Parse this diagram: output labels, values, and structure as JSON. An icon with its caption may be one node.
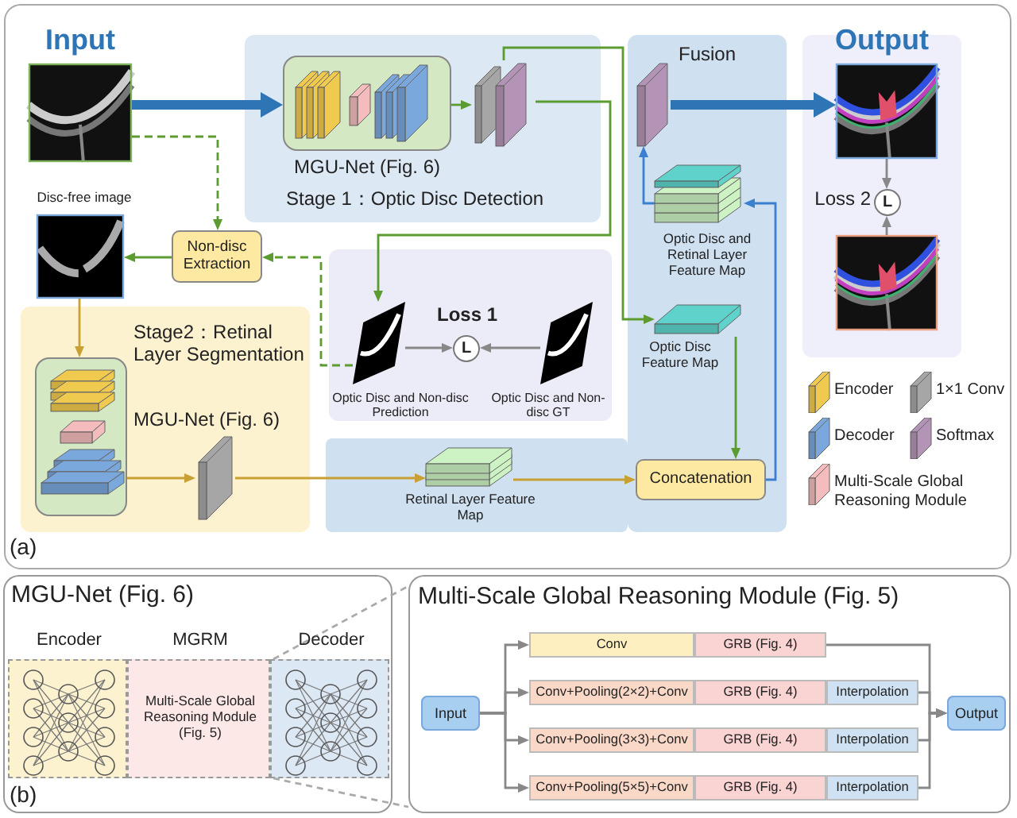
{
  "diagram": {
    "nodes": [
      {
        "text": [
          "Input"
        ]
      },
      {
        "text": [
          "Stage 1：Optic Disc Detection"
        ]
      },
      {
        "text": [
          "MGU-Net (Fig. 6)"
        ],
        "in": 1
      },
      {
        "text": [],
        "shape": "box",
        "in": 1
      },
      {
        "text": [
          "Fusion"
        ]
      },
      {
        "text": [],
        "shape": "box",
        "in": 4
      },
      {
        "text": [
          "Optic Disc and Retinal Layer Feature Map"
        ],
        "in": 4
      },
      {
        "text": [
          "Optic Disc Feature Map"
        ],
        "in": 4
      },
      {
        "text": [
          "Output"
        ]
      },
      {
        "text": [],
        "shape": "picture",
        "in": 8
      },
      {
        "text": [
          "L"
        ],
        "beside": [
          "Loss 2"
        ],
        "in": 8
      },
      {
        "text": [],
        "shape": "picture",
        "in": 8
      },
      {
        "text": [
          "Disc-free image"
        ]
      },
      {
        "text": [
          "Non-disc Extraction"
        ]
      },
      {
        "text": [],
        "shape": "box"
      },
      {
        "text": [
          "Optic Disc and Non-disc Prediction"
        ],
        "in": 14
      },
      {
        "text": [
          "L"
        ],
        "beside": [
          "Loss 1"
        ],
        "in": 14
      },
      {
        "text": [
          "Optic Disc and Non-disc GT"
        ],
        "in": 14
      },
      {
        "text": [
          "Stage2：Retinal Layer Segmentation"
        ]
      },
      {
        "text": [
          "MGU-Net (Fig. 6)"
        ],
        "in": 18
      },
      {
        "text": [],
        "shape": "box",
        "in": 18
      },
      {
        "text": [
          "Retinal Layer Feature Map"
        ]
      },
      {
        "text": [
          "Concatenation"
        ],
        "in": 4
      },
      {
        "text": [
          "MGU-Net (Fig. 6)"
        ]
      },
      {
        "text": [
          "Encoder"
        ],
        "in": 23
      },
      {
        "text": [
          "MGRM",
          "Multi-Scale Global Reasoning Module (Fig. 5)"
        ],
        "in": 23
      },
      {
        "text": [
          "Decoder"
        ],
        "in": 23
      },
      {
        "text": [
          "Multi-Scale Global Reasoning Module (Fig. 5)"
        ]
      },
      {
        "text": [
          "Input"
        ],
        "in": 27
      },
      {
        "text": [
          "Conv"
        ],
        "in": 27
      },
      {
        "text": [
          "GRB (Fig. 4)"
        ],
        "in": 27
      },
      {
        "text": [
          "Conv+Pooling(2×2)+Conv"
        ],
        "in": 27
      },
      {
        "text": [
          "GRB (Fig. 4)"
        ],
        "in": 27
      },
      {
        "text": [
          "Interpolation"
        ],
        "in": 27
      },
      {
        "text": [
          "Conv+Pooling(3×3)+Conv"
        ],
        "in": 27
      },
      {
        "text": [
          "GRB (Fig. 4)"
        ],
        "in": 27
      },
      {
        "text": [
          "Interpolation"
        ],
        "in": 27
      },
      {
        "text": [
          "Conv+Pooling(5×5)+Conv"
        ],
        "in": 27
      },
      {
        "text": [
          "GRB (Fig. 4)"
        ],
        "in": 27
      },
      {
        "text": [
          "Interpolation"
        ],
        "in": 27
      },
      {
        "text": [
          "Output"
        ],
        "in": 27
      }
    ],
    "edges": [
      {
        "from": 0,
        "to": 2,
        "arrow": "to",
        "style": "thick",
        "color": "#2e75b6"
      },
      {
        "from": 2,
        "to": 3,
        "arrow": "to",
        "color": "#5b9b2f"
      },
      {
        "from": 3,
        "to": 7,
        "arrow": "to",
        "color": "#5b9b2f"
      },
      {
        "from": 3,
        "to": 15,
        "arrow": "to",
        "color": "#5b9b2f"
      },
      {
        "from": 15,
        "to": 13,
        "arrow": "to",
        "style": "dashed",
        "color": "#5b9b2f"
      },
      {
        "from": 0,
        "to": 13,
        "arrow": "to",
        "style": "dashed",
        "color": "#5b9b2f"
      },
      {
        "from": 13,
        "to": 12,
        "arrow": "to",
        "color": "#5b9b2f"
      },
      {
        "from": 12,
        "to": 19,
        "arrow": "to",
        "color": "#c9a033"
      },
      {
        "from": 19,
        "to": 20,
        "arrow": "to",
        "color": "#c9a033"
      },
      {
        "from": 20,
        "to": 21,
        "arrow": "to",
        "color": "#c9a033"
      },
      {
        "from": 21,
        "to": 22,
        "arrow": "to",
        "color": "#c9a033"
      },
      {
        "from": 7,
        "to": 22,
        "arrow": "to",
        "color": "#5b9b2f"
      },
      {
        "from": 22,
        "to": 6,
        "arrow": "to",
        "color": "#3c7fcf"
      },
      {
        "from": 6,
        "to": 5,
        "arrow": "to",
        "color": "#3c7fcf"
      },
      {
        "from": 5,
        "to": 9,
        "arrow": "to",
        "style": "thick",
        "color": "#2e75b6"
      },
      {
        "from": 15,
        "to": 16,
        "arrow": "to"
      },
      {
        "from": 17,
        "to": 16,
        "arrow": "to"
      },
      {
        "from": 9,
        "to": 10,
        "arrow": "to"
      },
      {
        "from": 11,
        "to": 10,
        "arrow": "to"
      },
      {
        "from": 28,
        "to": 29,
        "arrow": "to"
      },
      {
        "from": 28,
        "to": 31,
        "arrow": "to"
      },
      {
        "from": 28,
        "to": 34,
        "arrow": "to"
      },
      {
        "from": 28,
        "to": 37,
        "arrow": "to"
      },
      {
        "from": 30,
        "to": 40,
        "arrow": "to"
      },
      {
        "from": 33,
        "to": 40,
        "arrow": "to"
      },
      {
        "from": 36,
        "to": 40,
        "arrow": "to"
      },
      {
        "from": 39,
        "to": 40,
        "arrow": "to"
      },
      {
        "from": 26,
        "to": 27,
        "arrow": "none",
        "style": "dashed"
      },
      {
        "from": 26,
        "to": 27,
        "arrow": "none",
        "style": "dashed"
      }
    ],
    "labels": [
      "(a)",
      "(b)"
    ],
    "legend": [
      {
        "text": "Encoder",
        "color": "#f0c94f"
      },
      {
        "text": "1×1 Conv",
        "color": "#a6a6a6"
      },
      {
        "text": "Decoder",
        "color": "#7aa7dc"
      },
      {
        "text": "Softmax",
        "color": "#b494b6"
      },
      {
        "text": "Multi-Scale Global Reasoning Module",
        "color": "#f4bcbc"
      }
    ]
  }
}
